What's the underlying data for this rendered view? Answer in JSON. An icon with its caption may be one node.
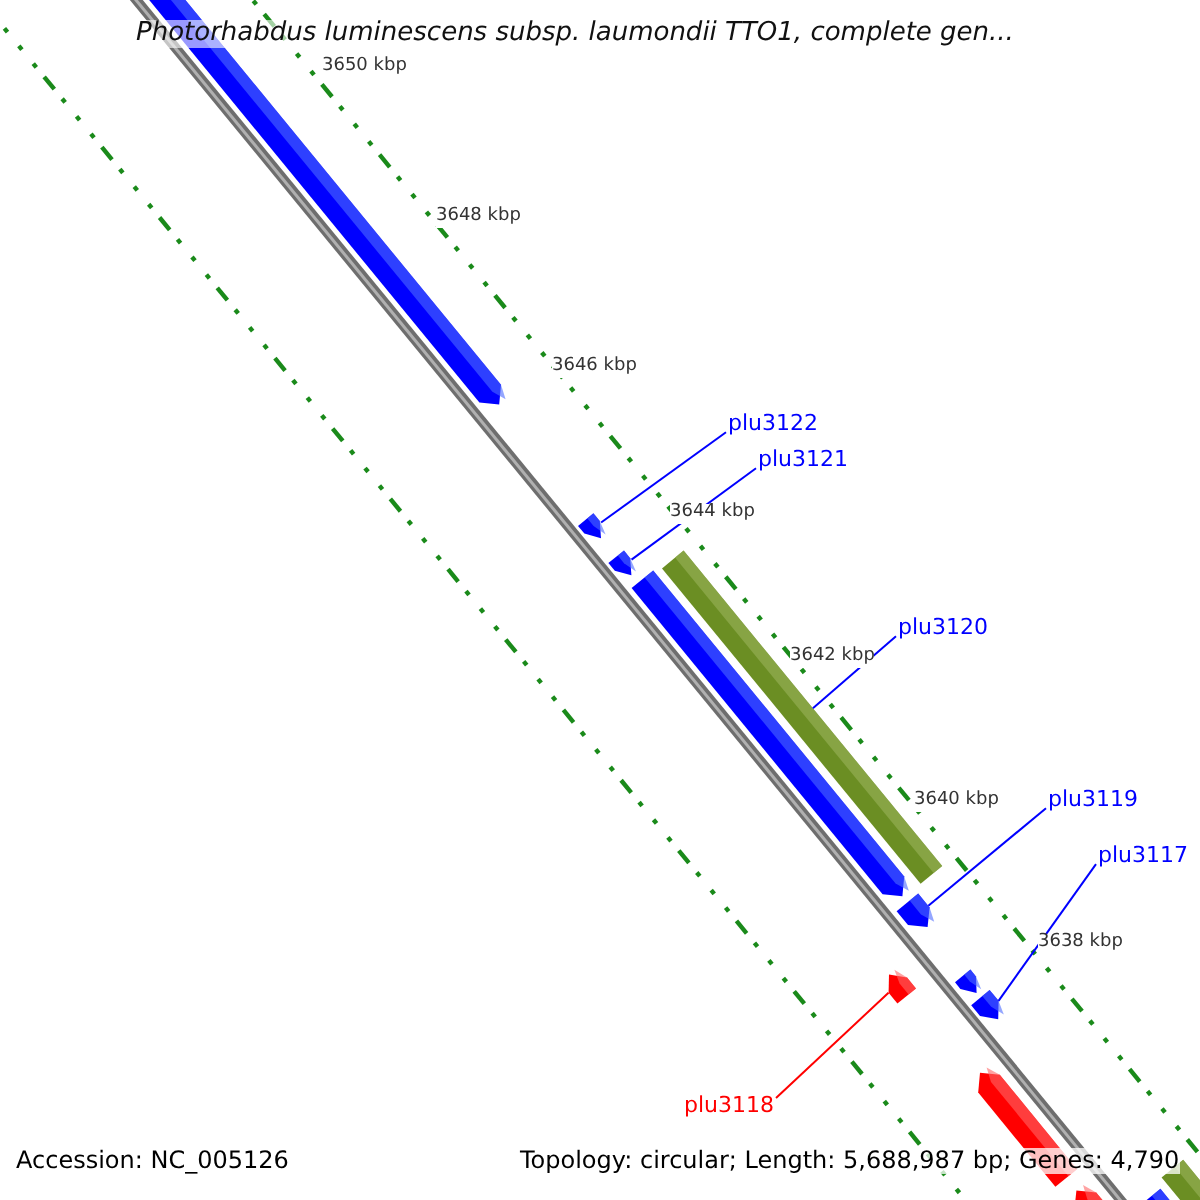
{
  "diagram": {
    "title": "Photorhabdus luminescens subsp. laumondii TTO1, complete gen...",
    "nodes": [
      {
        "text": [
          "plu3122"
        ]
      },
      {
        "text": [
          "plu3121"
        ]
      },
      {
        "text": [
          "plu3120"
        ]
      },
      {
        "text": [
          "plu3119"
        ]
      },
      {
        "text": [
          "plu3117"
        ]
      },
      {
        "text": [
          "plu3118"
        ]
      },
      {
        "text": [],
        "shape": "bar"
      },
      {
        "text": [],
        "shape": "bar"
      },
      {
        "text": [],
        "shape": "bar"
      },
      {
        "text": [],
        "shape": "bar"
      },
      {
        "text": [],
        "shape": "bar"
      },
      {
        "text": [],
        "shape": "bar"
      },
      {
        "text": [],
        "shape": "bar"
      }
    ],
    "edges": [
      {
        "from": 0,
        "to": 6,
        "arrow": "none"
      },
      {
        "from": 1,
        "to": 7,
        "arrow": "none"
      },
      {
        "from": 2,
        "to": 8,
        "arrow": "none"
      },
      {
        "from": 3,
        "to": 9,
        "arrow": "none"
      },
      {
        "from": 4,
        "to": 12,
        "arrow": "none"
      },
      {
        "from": 5,
        "to": 11,
        "arrow": "none",
        "color": "#ff0000"
      }
    ],
    "labels": [
      "3650 kbp",
      "3648 kbp",
      "3646 kbp",
      "3644 kbp",
      "3642 kbp",
      "3640 kbp",
      "3638 kbp",
      "Accession: NC_005126",
      "Topology: circular; Length: 5,688,987 bp; Genes: 4,790"
    ]
  }
}
